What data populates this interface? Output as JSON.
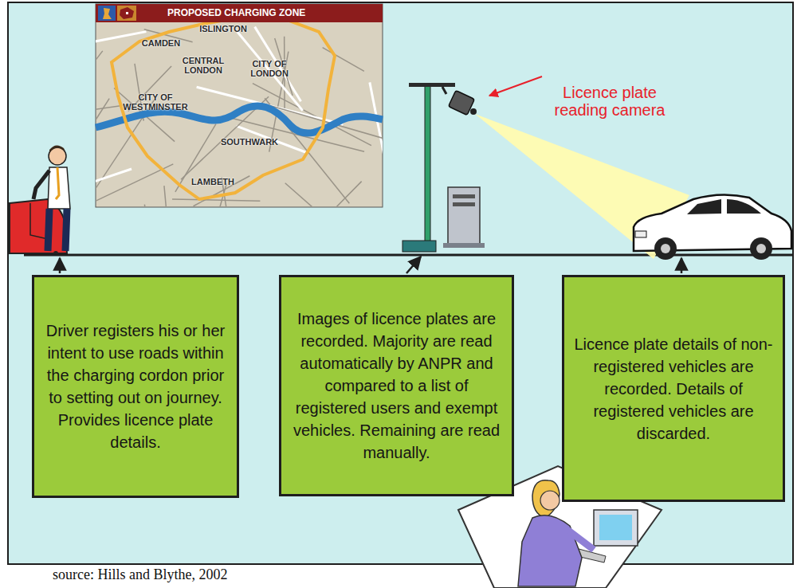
{
  "diagram": {
    "caption": "source: Hills and Blythe, 2002",
    "nodes": [
      {
        "text": [
          "Driver registers his or her intent to use roads within the charging cordon prior to setting out on journey. Provides licence plate details."
        ]
      },
      {
        "text": [
          "Images of licence plates are recorded. Majority are read automatically by ANPR and compared to a list of registered users and exempt vehicles. Remaining are read manually."
        ]
      },
      {
        "text": [
          "Licence plate details of non-registered vehicles are recorded. Details of registered vehicles are discarded."
        ]
      }
    ],
    "labels": [
      "PROPOSED CHARGING ZONE",
      "ISLINGTON",
      "CAMDEN",
      "CENTRAL LONDON",
      "CITY OF LONDON",
      "CITY OF WESTMINSTER",
      "SOUTHWARK",
      "LAMBETH",
      "Licence plate reading camera"
    ]
  }
}
